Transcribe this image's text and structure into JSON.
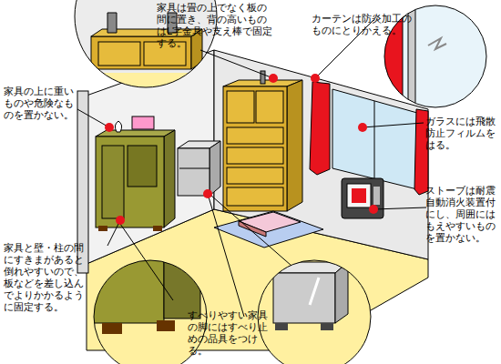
{
  "diagram": {
    "labels": [
      "家具は畳の上でなく板の間に置き、背の高いものはL字金具や支え棒で固定する。",
      "カーテンは防炎加工のものにとりかえる。",
      "家具の上に重いものや危険なものを置かない。",
      "ガラスには飛散防止フィルムをはる。",
      "ストーブは耐震自動消火装置付にし、周囲にはもえやすいものを置かない。",
      "家具と壁・柱の間にすきまがあると倒れやすいので、板などを差し込んでよりかかるように固定する。",
      "すべりやすい家具の脚にはすべり止めの品具をつける。"
    ]
  }
}
